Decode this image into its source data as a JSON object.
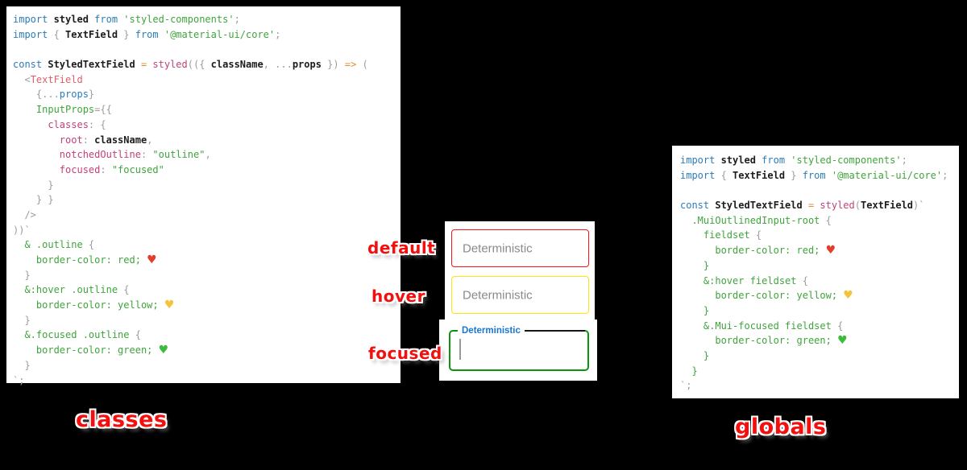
{
  "colors": {
    "background": "#000000",
    "panel": "#ffffff",
    "keyword_blue": "#2b7cb8",
    "string_green": "#3fa43c",
    "key_magenta": "#c2417a",
    "jsx_tag_pink": "#e2606b",
    "operator_orange": "#dd9036",
    "punctuation_gray": "#9c9c9c",
    "default_border": "#ff1111",
    "hover_border": "#ffe50a",
    "focused_border": "#0f930f",
    "focused_label_blue": "#1976d2",
    "field_label_gray": "#8a8a8a",
    "sticker_red": "#f40f0f"
  },
  "captions": {
    "left": "classes",
    "right": "globals"
  },
  "middle": {
    "state_labels": [
      "default",
      "hover",
      "focused"
    ],
    "fields": [
      {
        "state": "default",
        "label": "Deterministic",
        "border": "#ff1111"
      },
      {
        "state": "hover",
        "label": "Deterministic",
        "border": "#ffe50a"
      },
      {
        "state": "focused",
        "label": "Deterministic",
        "border": "#0f930f"
      }
    ]
  },
  "left_code": {
    "lines": [
      [
        [
          "b",
          "import "
        ],
        [
          "blk",
          "styled "
        ],
        [
          "b",
          "from "
        ],
        [
          "g",
          "'styled-components'"
        ],
        [
          "gray",
          ";"
        ]
      ],
      [
        [
          "b",
          "import "
        ],
        [
          "gray",
          "{ "
        ],
        [
          "blk",
          "TextField "
        ],
        [
          "gray",
          "} "
        ],
        [
          "b",
          "from "
        ],
        [
          "g",
          "'@material-ui/core'"
        ],
        [
          "gray",
          ";"
        ]
      ],
      [],
      [
        [
          "b",
          "const "
        ],
        [
          "blk",
          "StyledTextField "
        ],
        [
          "or",
          "= "
        ],
        [
          "k",
          "styled"
        ],
        [
          "gray",
          "(({ "
        ],
        [
          "blk",
          "className"
        ],
        [
          "gray",
          ", ..."
        ],
        [
          "blk",
          "props"
        ],
        [
          "gray",
          " }) "
        ],
        [
          "or",
          "=> "
        ],
        [
          "gray",
          "("
        ]
      ],
      [
        [
          "gray",
          "  <"
        ],
        [
          "pk",
          "TextField"
        ]
      ],
      [
        [
          "gray",
          "    {..."
        ],
        [
          "b",
          "props"
        ],
        [
          "gray",
          "}"
        ]
      ],
      [
        [
          "g",
          "    InputProps"
        ],
        [
          "gray",
          "={{"
        ]
      ],
      [
        [
          "k",
          "      classes"
        ],
        [
          "gray",
          ": {"
        ]
      ],
      [
        [
          "k",
          "        root"
        ],
        [
          "gray",
          ": "
        ],
        [
          "blk",
          "className"
        ],
        [
          "gray",
          ","
        ]
      ],
      [
        [
          "k",
          "        notchedOutline"
        ],
        [
          "gray",
          ": "
        ],
        [
          "g",
          "\"outline\""
        ],
        [
          "gray",
          ","
        ]
      ],
      [
        [
          "k",
          "        focused"
        ],
        [
          "gray",
          ": "
        ],
        [
          "g",
          "\"focused\""
        ]
      ],
      [
        [
          "gray",
          "      }"
        ]
      ],
      [
        [
          "gray",
          "    } }"
        ]
      ],
      [
        [
          "gray",
          "  />"
        ]
      ],
      [
        [
          "gray",
          "))`"
        ]
      ],
      [
        [
          "g",
          "  & .outline "
        ],
        [
          "gray",
          "{"
        ]
      ],
      [
        [
          "g",
          "    border-color: red; "
        ],
        [
          "hr",
          "♥"
        ]
      ],
      [
        [
          "gray",
          "  }"
        ]
      ],
      [
        [
          "g",
          "  &:hover .outline "
        ],
        [
          "gray",
          "{"
        ]
      ],
      [
        [
          "g",
          "    border-color: yellow; "
        ],
        [
          "hy",
          "♥"
        ]
      ],
      [
        [
          "gray",
          "  }"
        ]
      ],
      [
        [
          "g",
          "  &.focused .outline "
        ],
        [
          "gray",
          "{"
        ]
      ],
      [
        [
          "g",
          "    border-color: green; "
        ],
        [
          "hg",
          "♥"
        ]
      ],
      [
        [
          "gray",
          "  }"
        ]
      ],
      [
        [
          "gray",
          "`;"
        ]
      ]
    ]
  },
  "right_code": {
    "lines": [
      [
        [
          "b",
          "import "
        ],
        [
          "blk",
          "styled "
        ],
        [
          "b",
          "from "
        ],
        [
          "g",
          "'styled-components'"
        ],
        [
          "gray",
          ";"
        ]
      ],
      [
        [
          "b",
          "import "
        ],
        [
          "gray",
          "{ "
        ],
        [
          "blk",
          "TextField "
        ],
        [
          "gray",
          "} "
        ],
        [
          "b",
          "from "
        ],
        [
          "g",
          "'@material-ui/core'"
        ],
        [
          "gray",
          ";"
        ]
      ],
      [],
      [
        [
          "b",
          "const "
        ],
        [
          "blk",
          "StyledTextField "
        ],
        [
          "or",
          "= "
        ],
        [
          "k",
          "styled"
        ],
        [
          "gray",
          "("
        ],
        [
          "blk",
          "TextField"
        ],
        [
          "gray",
          ")`"
        ]
      ],
      [
        [
          "g",
          "  .MuiOutlinedInput-root "
        ],
        [
          "gray",
          "{"
        ]
      ],
      [
        [
          "g",
          "    fieldset "
        ],
        [
          "gray",
          "{"
        ]
      ],
      [
        [
          "g",
          "      border-color: red; "
        ],
        [
          "hr",
          "♥"
        ]
      ],
      [
        [
          "g",
          "    }"
        ]
      ],
      [
        [
          "g",
          "    &:hover fieldset "
        ],
        [
          "gray",
          "{"
        ]
      ],
      [
        [
          "g",
          "      border-color: yellow; "
        ],
        [
          "hy",
          "♥"
        ]
      ],
      [
        [
          "g",
          "    }"
        ]
      ],
      [
        [
          "g",
          "    &.Mui-focused fieldset "
        ],
        [
          "gray",
          "{"
        ]
      ],
      [
        [
          "g",
          "      border-color: green; "
        ],
        [
          "hg",
          "♥"
        ]
      ],
      [
        [
          "g",
          "    }"
        ]
      ],
      [
        [
          "g",
          "  }"
        ]
      ],
      [
        [
          "gray",
          "`;"
        ]
      ]
    ]
  }
}
